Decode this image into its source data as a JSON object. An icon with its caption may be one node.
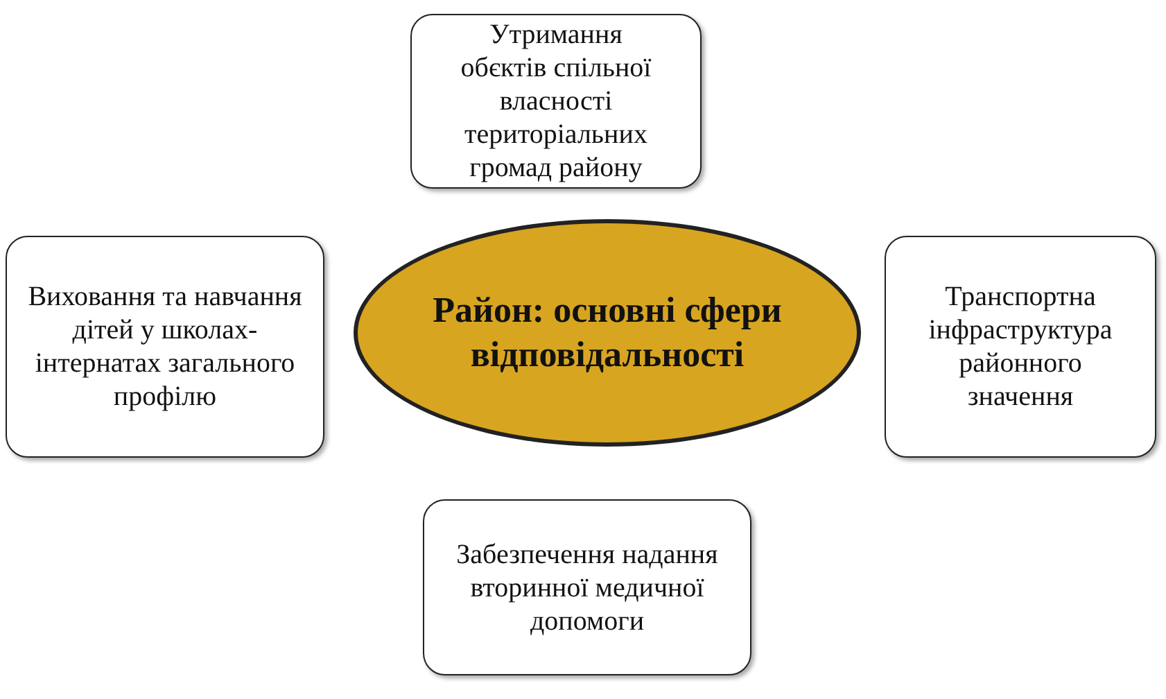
{
  "diagram": {
    "nodes": [
      {
        "text": [
          "Утримання обєктів спільної власності територіальних громад району"
        ]
      },
      {
        "text": [
          "Виховання та навчання дітей у школах-інтернатах загального профілю"
        ]
      },
      {
        "text": [
          "Район: основні сфери відповідальності"
        ]
      },
      {
        "text": [
          "Транспортна інфраструктура районного значення"
        ]
      },
      {
        "text": [
          "Забезпечення надання вторинної медичної допомоги"
        ]
      }
    ]
  }
}
